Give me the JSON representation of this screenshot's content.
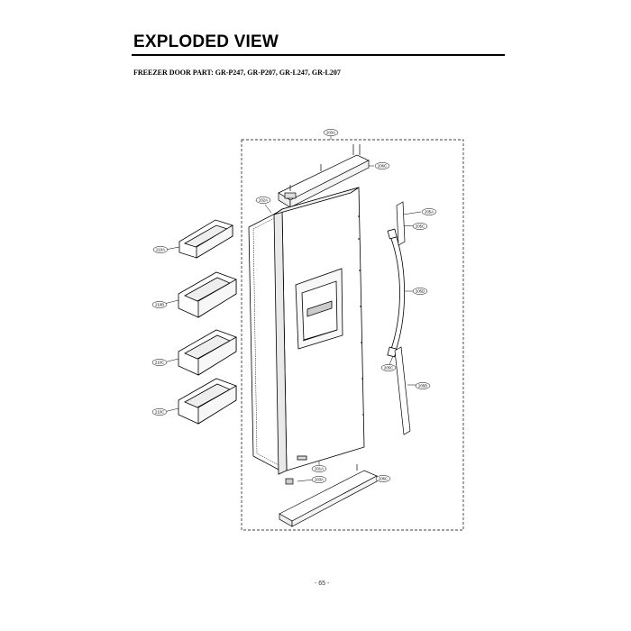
{
  "header": {
    "title": "EXPLODED VIEW",
    "subtitle": "FREEZER DOOR PART: GR-P247, GR-P207, GR-L247, GR-L207"
  },
  "footer": {
    "page_number": "- 65 -"
  },
  "callouts": {
    "c203A": "203A",
    "c206C_top": "206C",
    "c202A": "202A",
    "c205A": "205A",
    "c205C": "205C",
    "c205D": "205D",
    "c205C_lower": "205C",
    "c205B": "205B",
    "c210A": "210A",
    "c210B": "210B",
    "c210C_1": "210C",
    "c210C_2": "210C",
    "c201A": "201A",
    "c203A_bottom": "203A",
    "c206C_bottom": "206C"
  }
}
